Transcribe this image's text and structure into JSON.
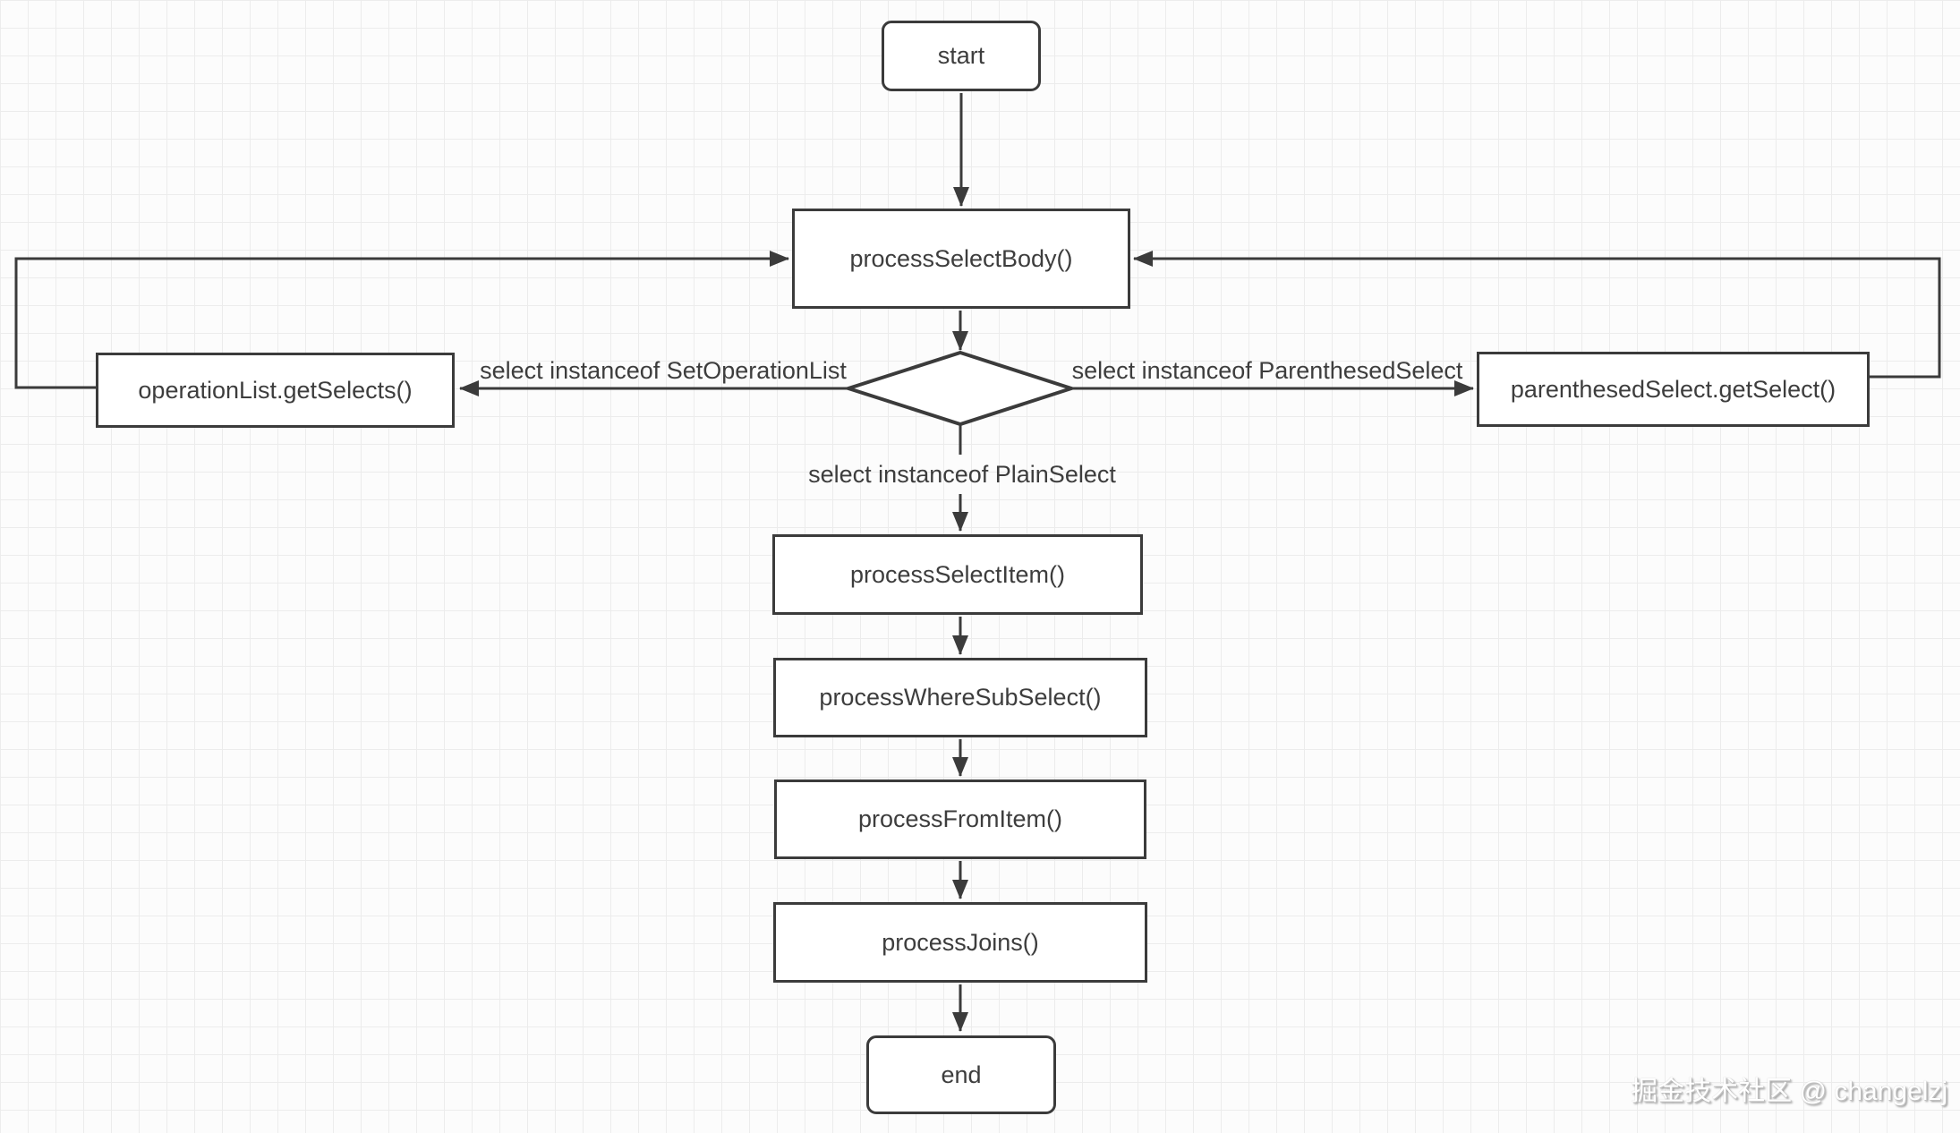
{
  "diagram": {
    "nodes": {
      "start": "start",
      "process_select_body": "processSelectBody()",
      "operation_list": "operationList.getSelects()",
      "parenthesed_select": "parenthesedSelect.getSelect()",
      "process_select_item": "processSelectItem()",
      "process_where_sub_select": "processWhereSubSelect()",
      "process_from_item": "processFromItem()",
      "process_joins": "processJoins()",
      "end": "end"
    },
    "edge_labels": {
      "set_operation_list": "select instanceof SetOperationList",
      "parenthesed_select": "select instanceof ParenthesedSelect",
      "plain_select": "select instanceof PlainSelect"
    },
    "edges": [
      {
        "from": "start",
        "to": "process_select_body",
        "label": ""
      },
      {
        "from": "process_select_body",
        "to": "decision",
        "label": ""
      },
      {
        "from": "decision",
        "to": "operation_list",
        "label": "select instanceof SetOperationList"
      },
      {
        "from": "decision",
        "to": "parenthesed_select",
        "label": "select instanceof ParenthesedSelect"
      },
      {
        "from": "decision",
        "to": "process_select_item",
        "label": "select instanceof PlainSelect"
      },
      {
        "from": "operation_list",
        "to": "process_select_body",
        "label": ""
      },
      {
        "from": "parenthesed_select",
        "to": "process_select_body",
        "label": ""
      },
      {
        "from": "process_select_item",
        "to": "process_where_sub_select",
        "label": ""
      },
      {
        "from": "process_where_sub_select",
        "to": "process_from_item",
        "label": ""
      },
      {
        "from": "process_from_item",
        "to": "process_joins",
        "label": ""
      },
      {
        "from": "process_joins",
        "to": "end",
        "label": ""
      }
    ],
    "colors": {
      "stroke": "#3b3b3b",
      "node_fill": "#ffffff",
      "text": "#3d3d3d",
      "background": "#fcfcfc",
      "grid_line": "#ececec"
    }
  },
  "watermark": "掘金技术社区 @ changelzj"
}
